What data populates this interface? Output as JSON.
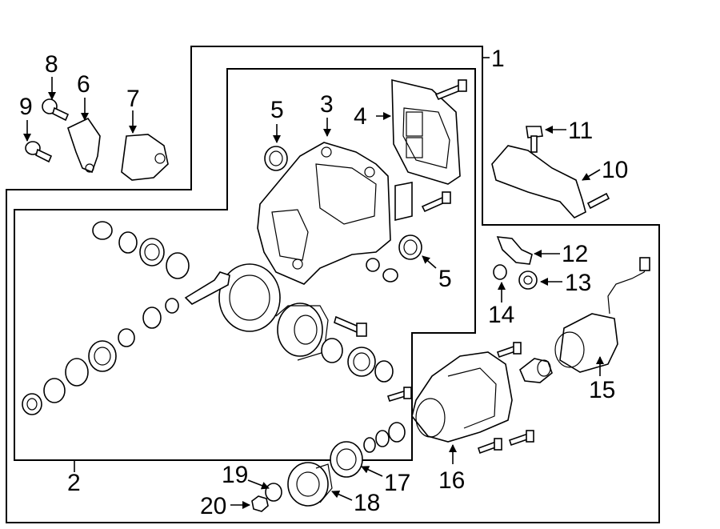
{
  "diagram": {
    "callouts": {
      "c1": "1",
      "c2": "2",
      "c3": "3",
      "c4": "4",
      "c5a": "5",
      "c5b": "5",
      "c6": "6",
      "c7": "7",
      "c8": "8",
      "c9": "9",
      "c10": "10",
      "c11": "11",
      "c12": "12",
      "c13": "13",
      "c14": "14",
      "c15": "15",
      "c16": "16",
      "c17": "17",
      "c18": "18",
      "c19": "19",
      "c20": "20"
    }
  }
}
